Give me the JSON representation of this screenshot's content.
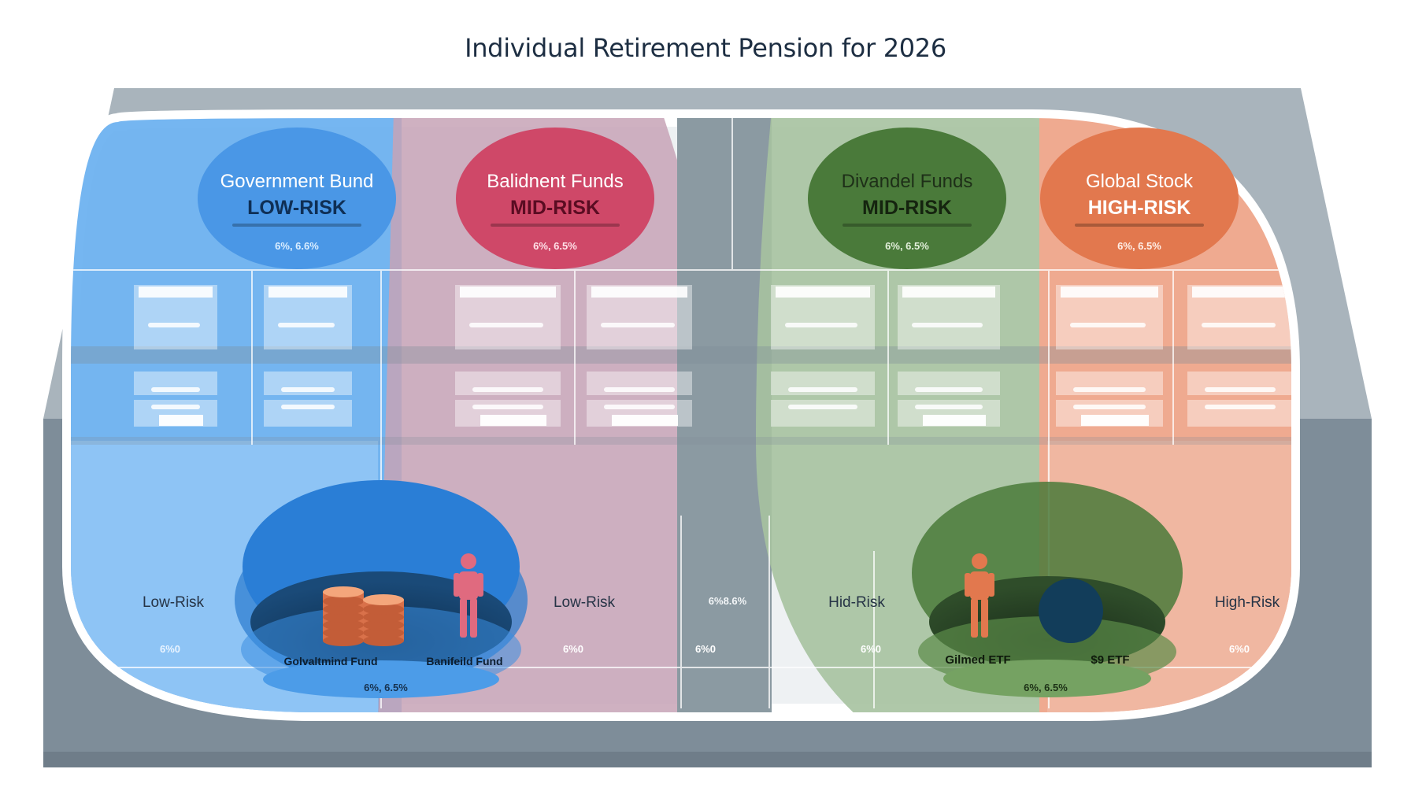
{
  "title": "Individual Retirement Pension for 2026",
  "colors": {
    "blue": "#4a97e6",
    "pink": "#cf4868",
    "green": "#4a7a3a",
    "orange": "#e2784e",
    "slate": "#7e8d99",
    "grey_frame": "#a9b4bc"
  },
  "funds": [
    {
      "name": "Government Bund",
      "risk": "LOW-RISK",
      "value": "6%, 6.6%",
      "color": "blue"
    },
    {
      "name": "Balidnent Funds",
      "risk": "MID-RISK",
      "value": "6%, 6.5%",
      "color": "pink"
    },
    {
      "name": "Divandel Funds",
      "risk": "MID-RISK",
      "value": "6%, 6.5%",
      "color": "green"
    },
    {
      "name": "Global Stock",
      "risk": "HIGH-RISK",
      "value": "6%, 6.5%",
      "color": "orange"
    }
  ],
  "pool_labels": {
    "blue_left": "Golvaltmind Fund",
    "blue_right": "Banifeild Fund",
    "blue_value": "6%, 6.5%",
    "green_left": "Gilmed ETF",
    "green_right": "$9 ETF",
    "green_value": "6%, 6.5%"
  },
  "bottom_row": {
    "labels": [
      "Low-Risk",
      "Low-Risk",
      "Hid-Risk",
      "High-Risk"
    ],
    "values": [
      "6%0",
      "6%0",
      "6%0",
      "6%0",
      "6%0"
    ],
    "center_value": "6%8.6%"
  }
}
